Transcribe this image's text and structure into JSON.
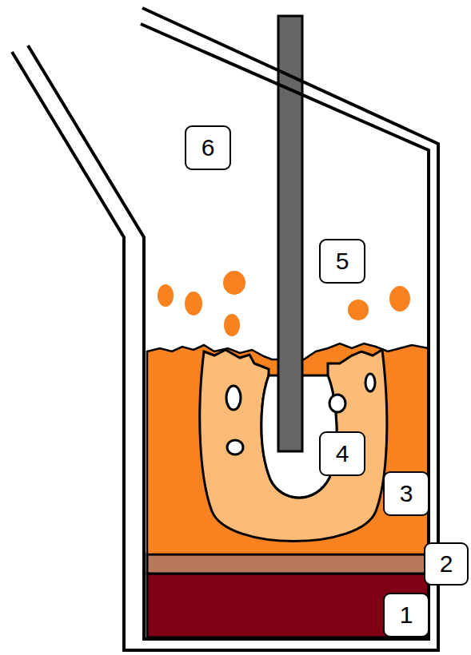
{
  "diagram": {
    "nodes": [
      {
        "text": [
          "6"
        ]
      },
      {
        "text": [
          "5"
        ]
      },
      {
        "text": [
          "4"
        ]
      },
      {
        "text": [
          "3"
        ]
      },
      {
        "text": [
          "2"
        ]
      },
      {
        "text": [
          "1"
        ]
      }
    ]
  }
}
